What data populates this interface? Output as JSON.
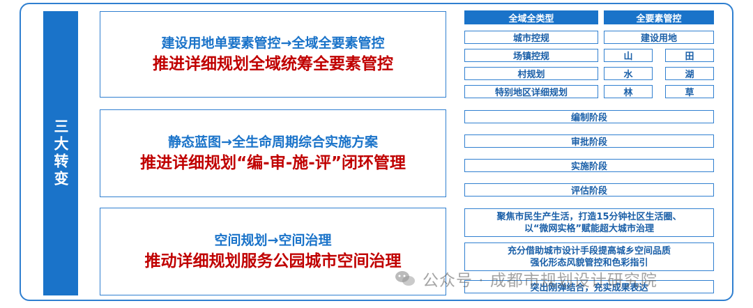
{
  "side_label": "三大转变",
  "panels": [
    {
      "line1": "建设用地单要素管控→全域全要素管控",
      "line2": "推进详细规划全域统筹全要素管控"
    },
    {
      "line1": "静态蓝图→全生命周期综合实施方案",
      "line2": "推进详细规划“编-审-施-评”闭环管理"
    },
    {
      "line1": "空间规划→空间治理",
      "line2": "推动详细规划服务公园城市空间治理"
    }
  ],
  "section1": {
    "header_left": "全域全类型",
    "header_right": "全要素管控",
    "left_items": [
      "城市控规",
      "场镇控规",
      "村规划",
      "特别地区详细规划"
    ],
    "right_wide": "建设用地",
    "right_pairs": [
      [
        "山",
        "田"
      ],
      [
        "水",
        "湖"
      ],
      [
        "林",
        "草"
      ]
    ]
  },
  "section2": {
    "stages": [
      "编制阶段",
      "审批阶段",
      "实施阶段",
      "评估阶段"
    ]
  },
  "section3": {
    "box1": [
      "聚焦市民生产生活，打造15分钟社区生活圈、",
      "以“微网实格”赋能超大城市治理"
    ],
    "box2": [
      "充分借助城市设计手段提高城乡空间品质",
      "强化形态风貌管控和色彩指引"
    ],
    "box3": "突出刚弹结合，充实成果表达"
  },
  "watermark": "公众号 · 成都市规划设计研究院",
  "colors": {
    "primary_blue": "#1a73c9",
    "accent_red": "#c00000",
    "border": "#2f7fd0"
  }
}
